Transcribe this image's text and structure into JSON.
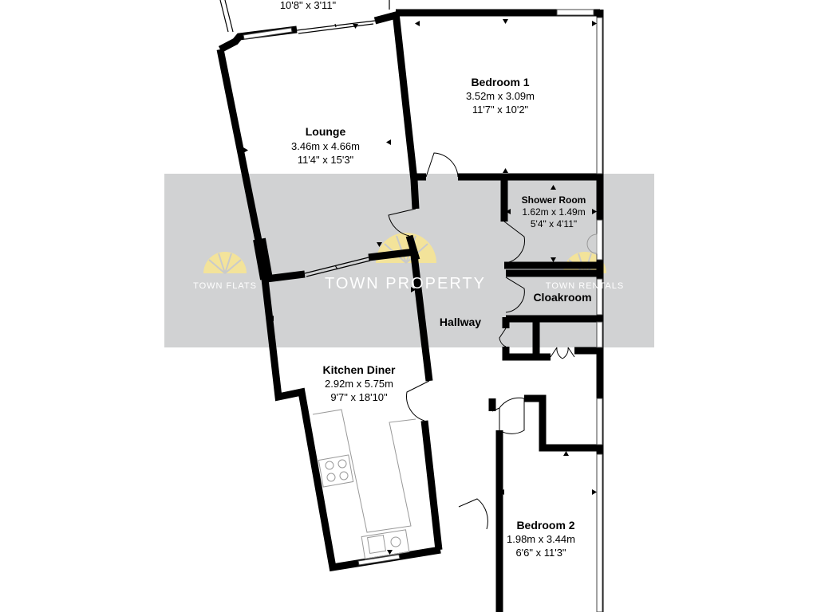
{
  "rooms": {
    "balcony": {
      "dims_imperial": "10'8\" x 3'11\""
    },
    "bedroom1": {
      "name": "Bedroom 1",
      "dims_metric": "3.52m x 3.09m",
      "dims_imperial": "11'7\" x 10'2\""
    },
    "lounge": {
      "name": "Lounge",
      "dims_metric": "3.46m x 4.66m",
      "dims_imperial": "11'4\" x 15'3\""
    },
    "shower": {
      "name": "Shower Room",
      "dims_metric": "1.62m x 1.49m",
      "dims_imperial": "5'4\" x 4'11\""
    },
    "cloakroom": {
      "name": "Cloakroom"
    },
    "hallway": {
      "name": "Hallway"
    },
    "kitchen": {
      "name": "Kitchen Diner",
      "dims_metric": "2.92m x 5.75m",
      "dims_imperial": "9'7\" x 18'10\""
    },
    "bedroom2": {
      "name": "Bedroom 2",
      "dims_metric": "1.98m x 3.44m",
      "dims_imperial": "6'6\" x 11'3\""
    }
  },
  "watermark": {
    "main": "TOWN PROPERTY",
    "left": "TOWN FLATS",
    "right": "TOWN RENTALS"
  },
  "colors": {
    "watermark_band": "#c9cacb",
    "logo_yellow": "#f3e39a"
  }
}
